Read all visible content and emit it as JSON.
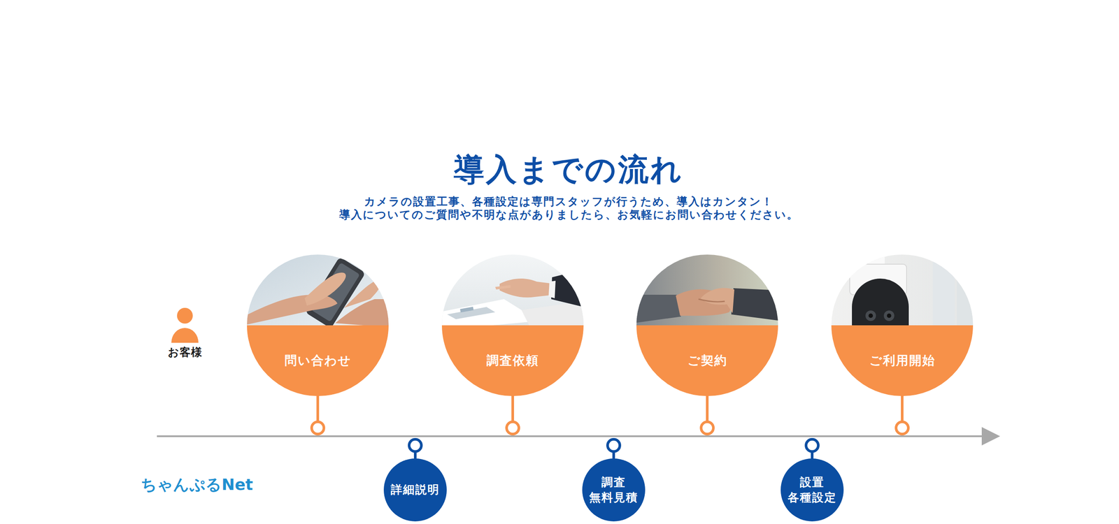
{
  "diagram": {
    "title": "導入までの流れ",
    "nodes": [
      {
        "text": [
          "問い合わせ"
        ]
      },
      {
        "text": [
          "詳細説明"
        ]
      },
      {
        "text": [
          "調査依頼"
        ]
      },
      {
        "text": [
          "調査 無料見積"
        ]
      },
      {
        "text": [
          "ご契約"
        ]
      },
      {
        "text": [
          "設置 各種設定"
        ]
      },
      {
        "text": [
          "ご利用開始"
        ]
      }
    ],
    "labels": [
      "カメラの設置工事、各種設定は専門スタッフが行うため、導入はカンタン！",
      "導入についてのご質問や不明な点がありましたら、お気軽にお問い合わせください。",
      "お客様",
      "ちゃんぷるNet"
    ]
  }
}
